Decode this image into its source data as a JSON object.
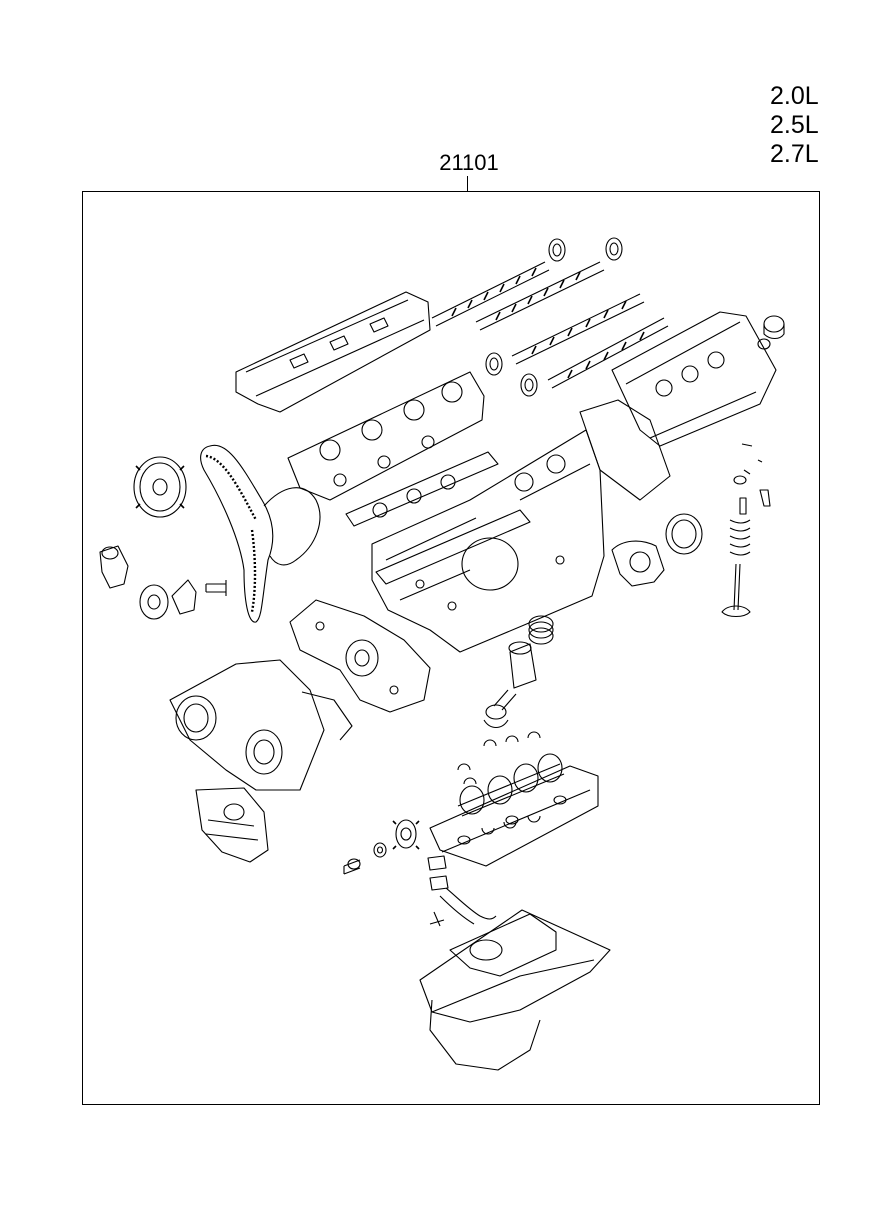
{
  "engine_variants": [
    "2.0L",
    "2.5L",
    "2.7L"
  ],
  "assembly_part_number": "21101"
}
